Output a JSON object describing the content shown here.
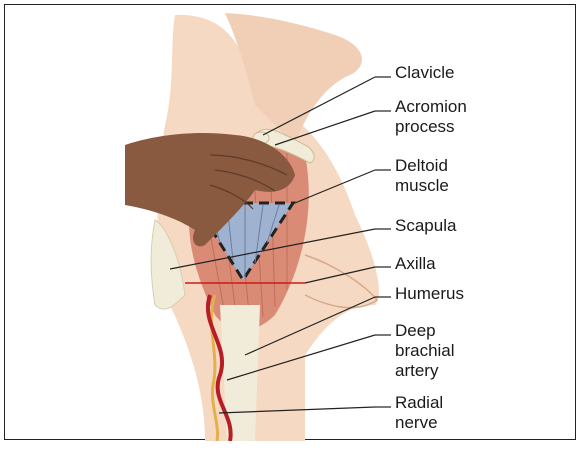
{
  "labels": [
    {
      "id": "clavicle",
      "lines": [
        "Clavicle"
      ]
    },
    {
      "id": "acromion",
      "lines": [
        "Acromion",
        "process"
      ]
    },
    {
      "id": "deltoid",
      "lines": [
        "Deltoid",
        "muscle"
      ]
    },
    {
      "id": "scapula",
      "lines": [
        "Scapula"
      ]
    },
    {
      "id": "axilla",
      "lines": [
        "Axilla"
      ]
    },
    {
      "id": "humerus",
      "lines": [
        "Humerus"
      ]
    },
    {
      "id": "deep-artery",
      "lines": [
        "Deep",
        "brachial",
        "artery"
      ]
    },
    {
      "id": "radial-nerve",
      "lines": [
        "Radial",
        "nerve"
      ]
    }
  ],
  "colors": {
    "skin": "#f5d9c2",
    "skin_shadow": "#e8bfa3",
    "hand": "#8a5a40",
    "muscle": "#d98b76",
    "bone": "#f1ecd9",
    "triangle": "#9fb3d1",
    "artery": "#b51e25",
    "nerve": "#e3b04a",
    "axilla_line": "#d11a1a"
  }
}
